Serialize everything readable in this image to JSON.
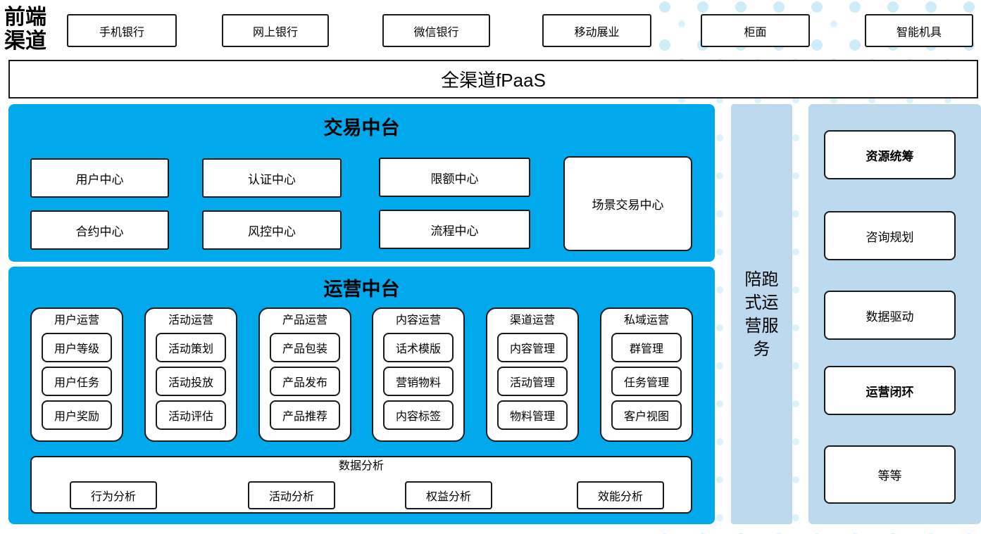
{
  "colors": {
    "accent_blue": "#00a8ec",
    "light_blue": "#bdd9ee",
    "dot_blue": "#cdebf8",
    "border": "#1a1a1a"
  },
  "header": {
    "label": "前端渠道",
    "label_line1": "前端",
    "label_line2": "渠道",
    "channels": [
      "手机银行",
      "网上银行",
      "微信银行",
      "移动展业",
      "柜面",
      "智能机具"
    ]
  },
  "fpaas": {
    "label": "全渠道fPaaS"
  },
  "transaction": {
    "title": "交易中台",
    "row1": [
      "用户中心",
      "认证中心",
      "限额中心"
    ],
    "row2": [
      "合约中心",
      "风控中心",
      "流程中心"
    ],
    "tall": "场景交易中心"
  },
  "operation": {
    "title": "运营中台",
    "columns": [
      {
        "title": "用户运营",
        "items": [
          "用户等级",
          "用户任务",
          "用户奖励"
        ]
      },
      {
        "title": "活动运营",
        "items": [
          "活动策划",
          "活动投放",
          "活动评估"
        ]
      },
      {
        "title": "产品运营",
        "items": [
          "产品包装",
          "产品发布",
          "产品推荐"
        ]
      },
      {
        "title": "内容运营",
        "items": [
          "话术模版",
          "营销物料",
          "内容标签"
        ]
      },
      {
        "title": "渠道运营",
        "items": [
          "内容管理",
          "活动管理",
          "物料管理"
        ]
      },
      {
        "title": "私域运营",
        "items": [
          "群管理",
          "任务管理",
          "客户视图"
        ]
      }
    ],
    "analysis": {
      "title": "数据分析",
      "items": [
        "行为分析",
        "活动分析",
        "权益分析",
        "效能分析"
      ]
    }
  },
  "sidebar": {
    "label": "陪跑式运营服务"
  },
  "right_panel": {
    "items": [
      {
        "label": "资源统筹",
        "bold": true
      },
      {
        "label": "咨询规划",
        "bold": false
      },
      {
        "label": "数据驱动",
        "bold": false
      },
      {
        "label": "运营闭环",
        "bold": true
      },
      {
        "label": "等等",
        "bold": false
      }
    ]
  }
}
